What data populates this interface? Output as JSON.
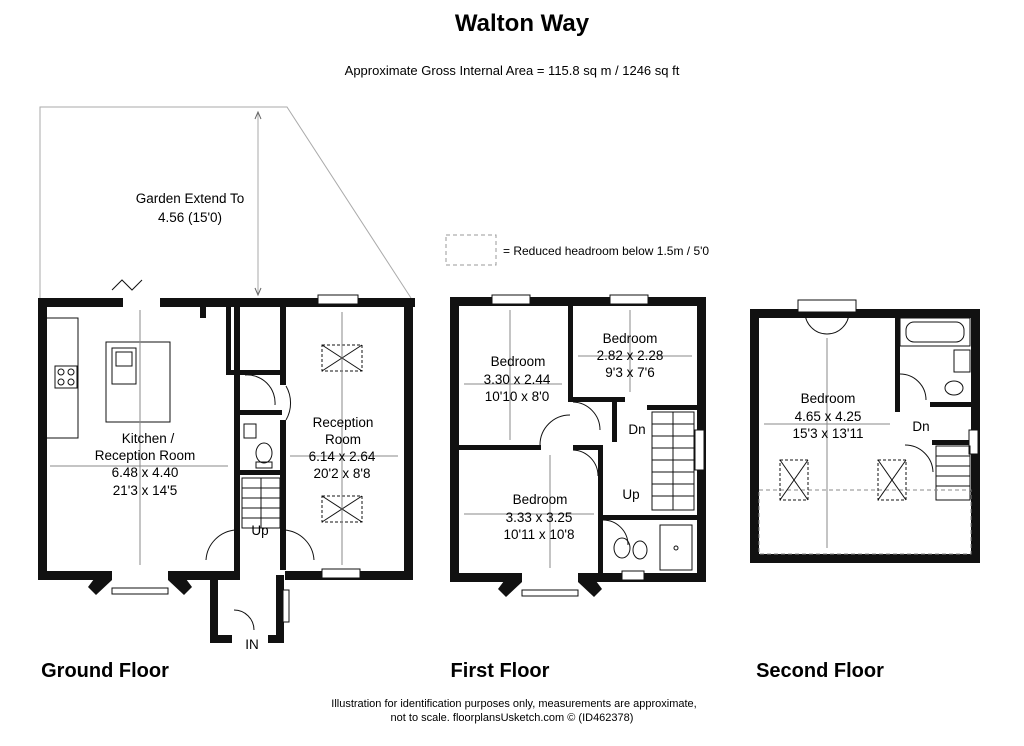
{
  "title": "Walton Way",
  "subtitle": "Approximate Gross Internal Area = 115.8 sq m / 1246 sq ft",
  "legend": {
    "text": "= Reduced headroom below 1.5m / 5'0"
  },
  "garden": {
    "line1": "Garden Extend To",
    "line2": "4.56 (15'0)"
  },
  "ground_floor": {
    "label": "Ground Floor",
    "kitchen": {
      "line1": "Kitchen /",
      "line2": "Reception Room",
      "line3": "6.48 x 4.40",
      "line4": "21'3 x 14'5"
    },
    "reception": {
      "line1": "Reception",
      "line2": "Room",
      "line3": "6.14 x 2.64",
      "line4": "20'2 x 8'8"
    },
    "up": "Up",
    "in": "IN"
  },
  "first_floor": {
    "label": "First Floor",
    "bedroom1": {
      "line1": "Bedroom",
      "line2": "3.30 x 2.44",
      "line3": "10'10 x 8'0"
    },
    "bedroom2": {
      "line1": "Bedroom",
      "line2": "2.82 x 2.28",
      "line3": "9'3 x 7'6"
    },
    "bedroom3": {
      "line1": "Bedroom",
      "line2": "3.33 x 3.25",
      "line3": "10'11 x 10'8"
    },
    "dn": "Dn",
    "up": "Up"
  },
  "second_floor": {
    "label": "Second Floor",
    "bedroom": {
      "line1": "Bedroom",
      "line2": "4.65 x 4.25",
      "line3": "15'3 x 13'11"
    },
    "dn": "Dn"
  },
  "footer": {
    "line1": "Illustration for identification purposes only, measurements are approximate,",
    "line2": "not to scale. floorplansUsketch.com © (ID462378)"
  }
}
